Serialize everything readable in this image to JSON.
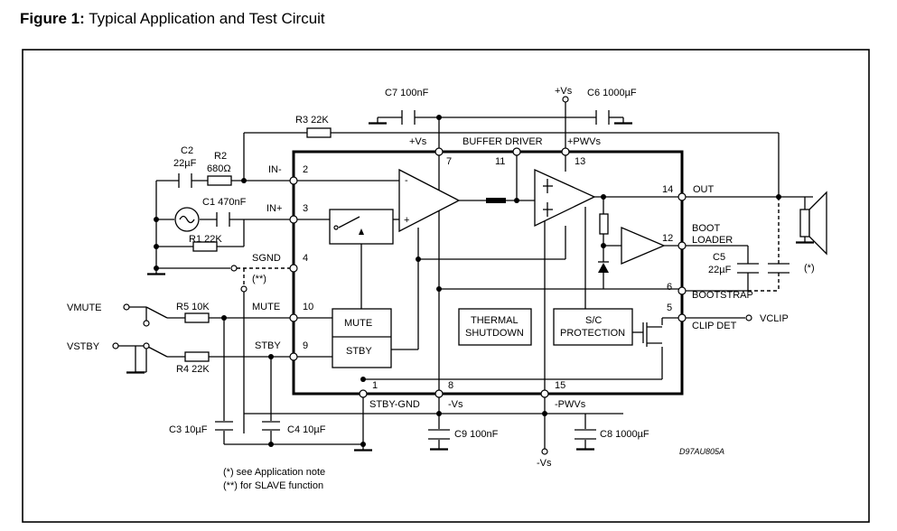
{
  "figure": {
    "number": "Figure 1:",
    "caption": "Typical Application and Test Circuit"
  },
  "supply": {
    "vs_top": "+Vs",
    "vs_bottom": "-Vs"
  },
  "chip": {
    "buffer_driver": "BUFFER DRIVER",
    "vs_plus": "+Vs",
    "pwvs_plus": "+PWVs",
    "vs_minus": "-Vs",
    "pwvs_minus": "-PWVs",
    "stby_gnd": "STBY-GND",
    "mute_block": "MUTE",
    "stby_block": "STBY",
    "thermal_line1": "THERMAL",
    "thermal_line2": "SHUTDOWN",
    "sc_line1": "S/C",
    "sc_line2": "PROTECTION"
  },
  "pins": {
    "p2": "2",
    "p3": "3",
    "p4": "4",
    "p10": "10",
    "p9": "9",
    "p7": "7",
    "p11": "11",
    "p13": "13",
    "p14": "14",
    "p12": "12",
    "p6": "6",
    "p5": "5",
    "p1": "1",
    "p8": "8",
    "p15": "15"
  },
  "pin_names": {
    "in_minus": "IN-",
    "in_plus": "IN+",
    "sgnd": "SGND",
    "mute": "MUTE",
    "stby": "STBY",
    "out": "OUT",
    "boot_loader_1": "BOOT",
    "boot_loader_2": "LOADER",
    "bootstrap": "BOOTSTRAP",
    "clip_det": "CLIP DET"
  },
  "components": {
    "c2_name": "C2",
    "c2_value": "22µF",
    "r2_name": "R2",
    "r2_value": "680Ω",
    "c1": "C1 470nF",
    "r1": "R1 22K",
    "r3": "R3 22K",
    "c7": "C7 100nF",
    "c6": "C6 1000µF",
    "r5": "R5 10K",
    "r4": "R4 22K",
    "c3": "C3 10µF",
    "c4": "C4 10µF",
    "c9": "C9 100nF",
    "c8": "C8 1000µF",
    "c5_name": "C5",
    "c5_value": "22µF"
  },
  "signals": {
    "vmute": "VMUTE",
    "vstby": "VSTBY",
    "vclip": "VCLIP"
  },
  "marks": {
    "star": "(*)",
    "double_star": "(**)"
  },
  "notes": {
    "line1": "(*) see Application note",
    "line2": "(**) for SLAVE function"
  },
  "reference": "D97AU805A"
}
